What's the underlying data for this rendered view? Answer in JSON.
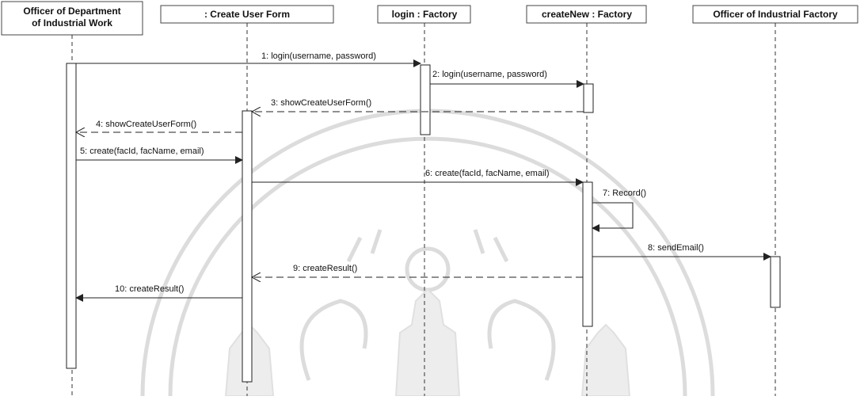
{
  "participants": [
    {
      "id": "officer_dept",
      "lines": [
        "Officer of Department",
        "of Industrial Work"
      ]
    },
    {
      "id": "create_user_form",
      "lines": [
        ": Create User Form"
      ]
    },
    {
      "id": "login_factory",
      "lines": [
        "login : Factory"
      ]
    },
    {
      "id": "createnew_factory",
      "lines": [
        "createNew : Factory"
      ]
    },
    {
      "id": "officer_industrial",
      "lines": [
        "Officer of Industrial Factory"
      ]
    }
  ],
  "messages": [
    {
      "label": "1: login(username, password)",
      "kind": "sync"
    },
    {
      "label": "2: login(username, password)",
      "kind": "sync"
    },
    {
      "label": "3: showCreateUserForm()",
      "kind": "return"
    },
    {
      "label": "4: showCreateUserForm()",
      "kind": "return"
    },
    {
      "label": "5: create(facId, facName, email)",
      "kind": "sync"
    },
    {
      "label": "6: create(facId, facName, email)",
      "kind": "sync"
    },
    {
      "label": "7: Record()",
      "kind": "self"
    },
    {
      "label": "8: sendEmail()",
      "kind": "sync"
    },
    {
      "label": "9: createResult()",
      "kind": "return"
    },
    {
      "label": "10: createResult()",
      "kind": "sync"
    }
  ]
}
